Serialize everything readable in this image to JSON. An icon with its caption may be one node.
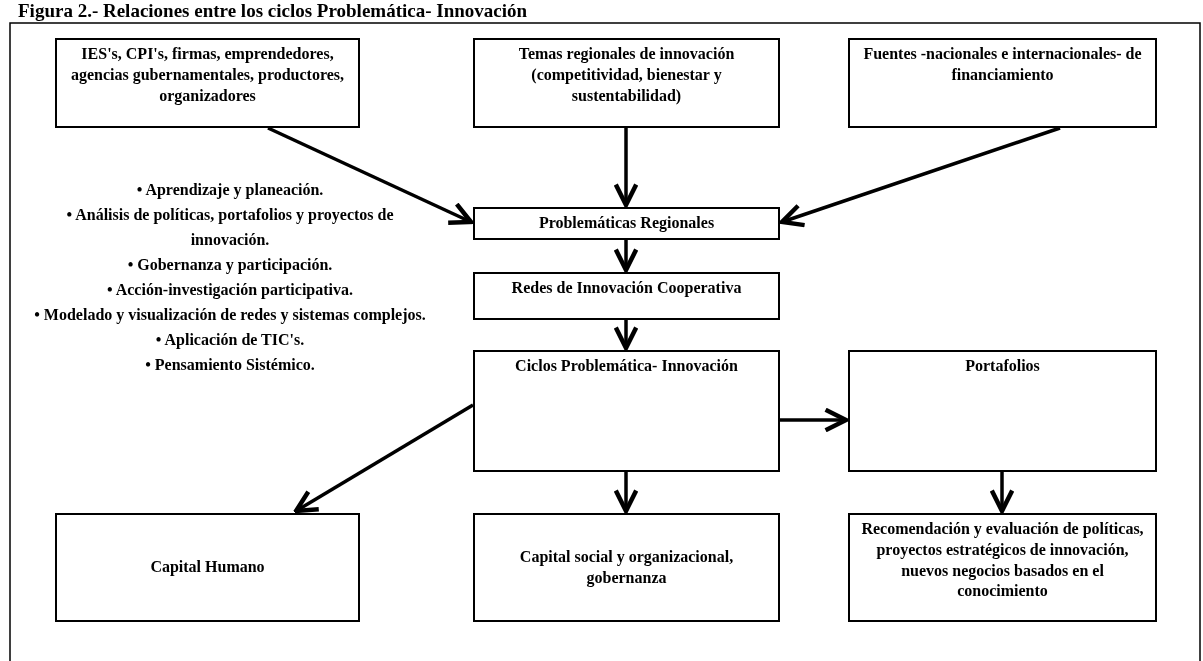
{
  "diagram": {
    "title": "Figura 2.- Relaciones entre los ciclos Problemática- Innovación",
    "nodes": [
      {
        "text": [
          "IES's, CPI's, firmas, emprendedores, agencias gubernamentales, productores, organizadores"
        ]
      },
      {
        "text": [
          "Temas regionales de innovación (competitividad, bienestar y sustentabilidad)"
        ]
      },
      {
        "text": [
          "Fuentes -nacionales e internacionales- de financiamiento"
        ]
      },
      {
        "text": [
          "Problemáticas  Regionales"
        ]
      },
      {
        "text": [
          "Redes de Innovación Cooperativa"
        ]
      },
      {
        "text": [
          "Ciclos Problemática- Innovación"
        ]
      },
      {
        "text": [
          "Portafolios"
        ]
      },
      {
        "text": [
          "Capital Humano"
        ]
      },
      {
        "text": [
          "Capital social y organizacional, gobernanza"
        ]
      },
      {
        "text": [
          "Recomendación y evaluación de políticas, proyectos estratégicos de innovación, nuevos negocios basados en el conocimiento"
        ]
      }
    ],
    "edges": [
      {
        "from": 0,
        "to": 3,
        "arrow": "to"
      },
      {
        "from": 1,
        "to": 3,
        "arrow": "to"
      },
      {
        "from": 2,
        "to": 3,
        "arrow": "to"
      },
      {
        "from": 3,
        "to": 4,
        "arrow": "to"
      },
      {
        "from": 4,
        "to": 5,
        "arrow": "to"
      },
      {
        "from": 5,
        "to": 6,
        "arrow": "to"
      },
      {
        "from": 5,
        "to": 7,
        "arrow": "to"
      },
      {
        "from": 5,
        "to": 8,
        "arrow": "to"
      },
      {
        "from": 6,
        "to": 9,
        "arrow": "to"
      }
    ],
    "labels": [
      "• Aprendizaje y planeación.",
      "• Análisis de políticas, portafolios y proyectos de innovación.",
      "• Gobernanza y participación.",
      "• Acción-investigación participativa.",
      "• Modelado y visualización de redes y sistemas complejos.",
      "• Aplicación de TIC's.",
      "• Pensamiento Sistémico."
    ]
  }
}
